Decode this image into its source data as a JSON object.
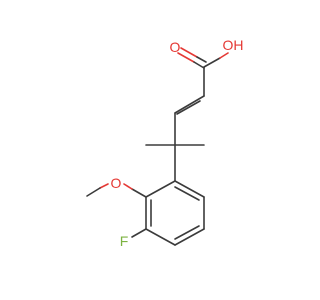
{
  "molecule": {
    "atoms": {
      "oxygen_carbonyl": "O",
      "hydroxyl": "OH",
      "methoxy_oxygen": "O",
      "fluorine": "F"
    },
    "colors": {
      "bond": "#3b3b3b",
      "oxygen": "#e53935",
      "fluorine": "#7cb342",
      "background": "#ffffff"
    }
  }
}
